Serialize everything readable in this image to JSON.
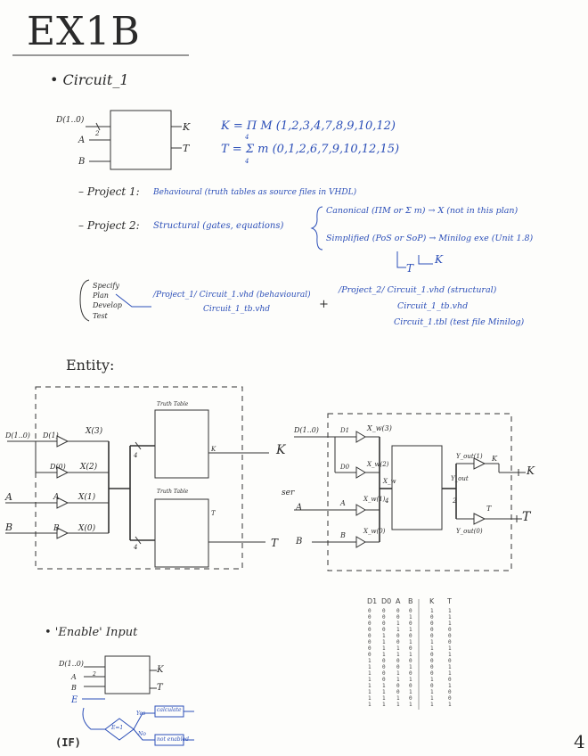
{
  "title": "EX1B",
  "page_number": "4",
  "circuit": {
    "heading": "• Circuit_1",
    "inputs": [
      "D(1..0)",
      "A",
      "B"
    ],
    "bus_width": "2",
    "outputs": [
      "K",
      "T"
    ],
    "k_eq": "K = Π M (1,2,3,4,7,8,9,10,12)",
    "k_sub": "4",
    "t_eq": "T = Σ m (0,1,2,6,7,9,10,12,15)",
    "t_sub": "4"
  },
  "projects": {
    "p1_label": "– Project 1:",
    "p1_text": "Behavioural (truth tables as source files in VHDL)",
    "p2_label": "– Project 2:",
    "p2_text": "Structural (gates, equations)",
    "p2_opt1": "Canonical (ΠM or Σ m) → X (not in this plan)",
    "p2_opt2": "Simplified (PoS or SoP) → Minilog exe (Unit 1.8)",
    "p2_arrow_t": "T",
    "p2_arrow_k": "K"
  },
  "workflow": {
    "steps": [
      "Specify",
      "Plan",
      "Develop",
      "Test"
    ],
    "path1_a": "/Project_1/ Circuit_1.vhd (behavioural)",
    "path1_b": "Circuit_1_tb.vhd",
    "plus": "+",
    "path2_a": "/Project_2/ Circuit_1.vhd (structural)",
    "path2_b": "Circuit_1_tb.vhd",
    "path2_c": "Circuit_1.tbl (test file Minilog)"
  },
  "entity": {
    "heading": "Entity:",
    "left": {
      "bus_in": "D(1..0)",
      "inputs": [
        "D(1)",
        "D(0)",
        "A",
        "B"
      ],
      "signals": [
        "X(3)",
        "X(2)",
        "X(1)",
        "X(0)"
      ],
      "bus_width": "4",
      "box1_label": "Truth Table",
      "box2_label": "Truth Table",
      "box1_out": "K",
      "box2_out": "T",
      "out_k": "K",
      "out_t": "T"
    },
    "right": {
      "bus_in": "D(1..0)",
      "inputs": [
        "D1",
        "D0",
        "A",
        "B"
      ],
      "signals": [
        "X_w(3)",
        "X_w(2)",
        "X_w(1)",
        "X_w(0)"
      ],
      "bus_label": "X_w",
      "bus_width": "4",
      "outs_internal": [
        "Y_out(1)",
        "Y_out(0)"
      ],
      "y_bus": "Y_out",
      "y_width": "2",
      "out_k": "K",
      "out_t": "T",
      "note_a": "ser",
      "in_a": "A",
      "in_b": "B"
    }
  },
  "truth_table": {
    "headers": [
      "D1",
      "D0",
      "A",
      "B",
      "K",
      "T"
    ],
    "columns": [
      [
        "0",
        "0",
        "0",
        "0",
        "0",
        "0",
        "0",
        "0",
        "1",
        "1",
        "1",
        "1",
        "1",
        "1",
        "1",
        "1"
      ],
      [
        "0",
        "0",
        "0",
        "0",
        "1",
        "1",
        "1",
        "1",
        "0",
        "0",
        "0",
        "0",
        "1",
        "1",
        "1",
        "1"
      ],
      [
        "0",
        "0",
        "1",
        "1",
        "0",
        "0",
        "1",
        "1",
        "0",
        "0",
        "1",
        "1",
        "0",
        "0",
        "1",
        "1"
      ],
      [
        "0",
        "1",
        "0",
        "1",
        "0",
        "1",
        "0",
        "1",
        "0",
        "1",
        "0",
        "1",
        "0",
        "1",
        "0",
        "1"
      ],
      [
        "1",
        "0",
        "0",
        "0",
        "0",
        "1",
        "1",
        "0",
        "0",
        "0",
        "0",
        "1",
        "0",
        "1",
        "1",
        "1"
      ],
      [
        "1",
        "1",
        "1",
        "0",
        "0",
        "0",
        "1",
        "1",
        "0",
        "1",
        "1",
        "0",
        "1",
        "0",
        "0",
        "1"
      ]
    ]
  },
  "enable": {
    "heading": "• 'Enable' Input",
    "inputs": [
      "D(1..0)",
      "A",
      "B",
      "E"
    ],
    "outputs": [
      "K",
      "T"
    ],
    "bus_width": "2",
    "decision": "E=1",
    "yes_label": "Yes",
    "yes_box": "calculate",
    "no_label": "No",
    "no_box": "not enabled",
    "if_label": "(IF)"
  }
}
